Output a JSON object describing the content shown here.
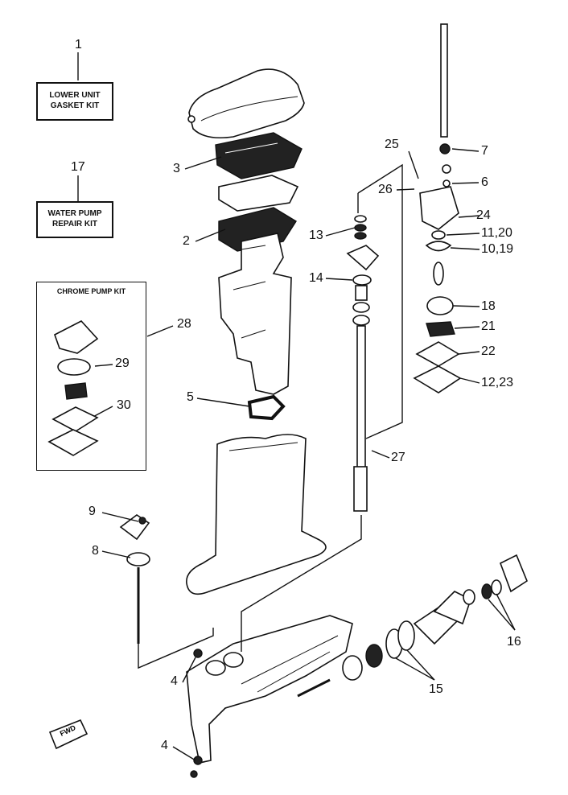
{
  "kits": {
    "gasket": {
      "line1": "LOWER UNIT",
      "line2": "GASKET KIT"
    },
    "waterpump": {
      "line1": "WATER PUMP",
      "line2": "REPAIR KIT"
    },
    "chrome": {
      "title": "CHROME PUMP KIT"
    }
  },
  "callouts": {
    "c1": "1",
    "c17": "17",
    "c3": "3",
    "c2": "2",
    "c28": "28",
    "c29": "29",
    "c30": "30",
    "c5": "5",
    "c9": "9",
    "c8": "8",
    "c4a": "4",
    "c4b": "4",
    "c25": "25",
    "c26": "26",
    "c7": "7",
    "c6": "6",
    "c24": "24",
    "c11_20": "11,20",
    "c10_19": "10,19",
    "c13": "13",
    "c14": "14",
    "c18": "18",
    "c21": "21",
    "c22": "22",
    "c12_23": "12,23",
    "c27": "27",
    "c16": "16",
    "c15": "15"
  },
  "fwd": "FWD"
}
